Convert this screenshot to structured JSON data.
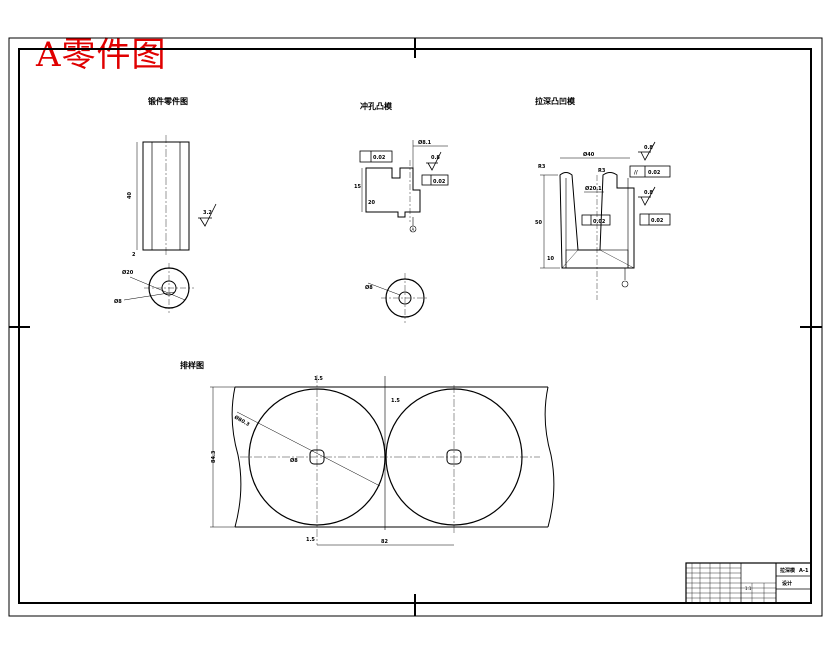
{
  "title": "A零件图",
  "views": {
    "part": "锻件零件图",
    "punch": "冲孔凸模",
    "die": "拉深凸凹模",
    "layout": "排样图"
  },
  "dims": {
    "part_height": "40",
    "part_bottom": "2",
    "part_r1": "Ø20",
    "part_r2": "Ø8",
    "part_rough": "3.2",
    "punch_width": "Ø8.1",
    "punch_h1": "15",
    "punch_h2": "20",
    "punch_pos": "0.02",
    "punch_rough": "0.8",
    "punch_flat": "0.02",
    "punch_hole": "Ø8",
    "die_width": "Ø40",
    "die_inner": "Ø20.1",
    "die_par": "0.02",
    "die_perp": "0.02",
    "die_flat": "0.02",
    "die_rough1": "0.8",
    "die_rough2": "0.8",
    "die_left": "R3",
    "die_right": "R3",
    "die_height": "50",
    "die_bottom": "10",
    "layout_width": "84.3",
    "layout_circle": "Ø80.3",
    "layout_hole": "Ø8",
    "layout_gap": "1.5",
    "layout_edge": "1.5",
    "layout_step": "1.5",
    "layout_pitch": "82"
  },
  "title_block": {
    "name": "拉深模",
    "code": "A-1",
    "company": "设计",
    "scale": "1:1"
  }
}
